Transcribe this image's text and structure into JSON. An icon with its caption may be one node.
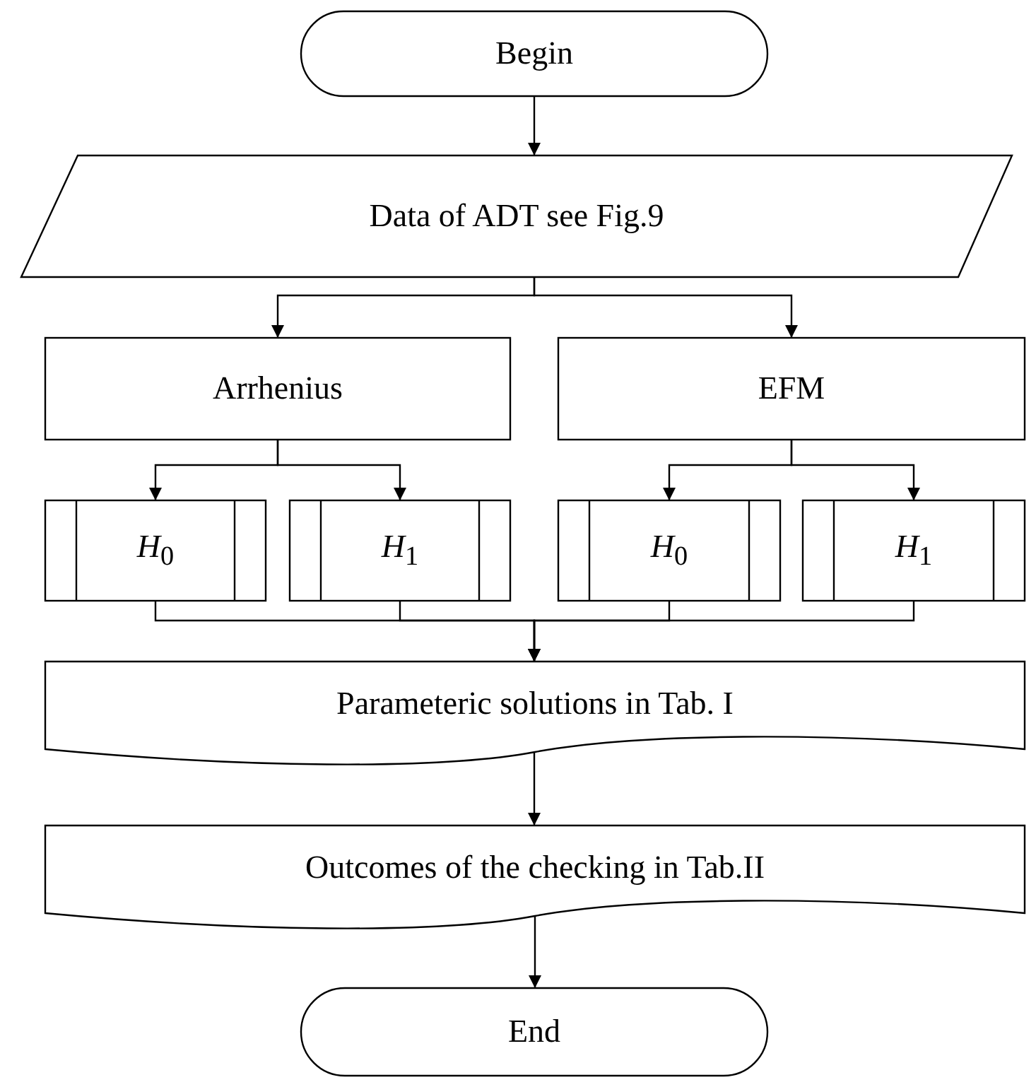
{
  "diagram": {
    "nodes": [
      {
        "text": [
          "Begin"
        ]
      },
      {
        "text": [
          "Data of ADT see Fig.9"
        ]
      },
      {
        "text": [
          "Arrhenius"
        ]
      },
      {
        "text": [
          "EFM"
        ]
      },
      {
        "text": [
          "*H*$_{0}$"
        ]
      },
      {
        "text": [
          "*H*$_{1}$"
        ]
      },
      {
        "text": [
          "*H*$_{0}$"
        ]
      },
      {
        "text": [
          "*H*$_{1}$"
        ]
      },
      {
        "text": [
          "Parameteric solutions in Tab. I"
        ]
      },
      {
        "text": [
          "Outcomes of the checking in Tab.II"
        ]
      },
      {
        "text": [
          "End"
        ]
      }
    ],
    "edges": [
      {
        "from": 0,
        "to": 1,
        "arrow": "to"
      },
      {
        "from": 1,
        "to": 2,
        "arrow": "to"
      },
      {
        "from": 1,
        "to": 3,
        "arrow": "to"
      },
      {
        "from": 2,
        "to": 4,
        "arrow": "to"
      },
      {
        "from": 2,
        "to": 5,
        "arrow": "to"
      },
      {
        "from": 3,
        "to": 6,
        "arrow": "to"
      },
      {
        "from": 3,
        "to": 7,
        "arrow": "to"
      },
      {
        "from": 4,
        "to": 8,
        "arrow": "to"
      },
      {
        "from": 5,
        "to": 8,
        "arrow": "to"
      },
      {
        "from": 6,
        "to": 8,
        "arrow": "to"
      },
      {
        "from": 7,
        "to": 8,
        "arrow": "to"
      },
      {
        "from": 8,
        "to": 9,
        "arrow": "to"
      },
      {
        "from": 9,
        "to": 10,
        "arrow": "to"
      }
    ]
  }
}
